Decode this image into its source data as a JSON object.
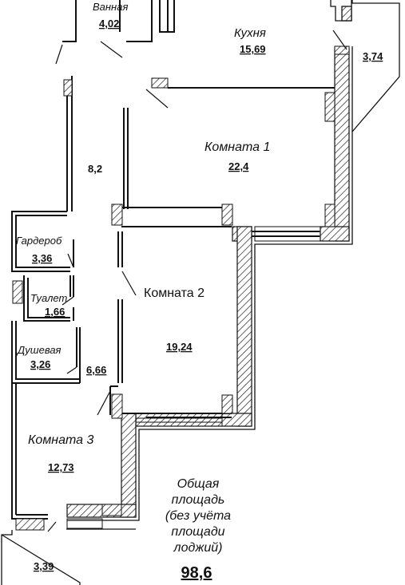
{
  "rooms": {
    "bath": {
      "name": "Ванная",
      "area": "4,02"
    },
    "kitchen": {
      "name": "Кухня",
      "area": "15,69"
    },
    "loggia_top": {
      "area": "3,74"
    },
    "room1": {
      "name": "Комната 1",
      "area": "22,4"
    },
    "corridor": {
      "area": "8,2"
    },
    "wardrobe": {
      "name": "Гардероб",
      "area": "3,36"
    },
    "room2": {
      "name": "Комната 2",
      "area": "19,24"
    },
    "toilet": {
      "name": "Туалет",
      "area": "1,66"
    },
    "shower": {
      "name": "Душевая",
      "area": "3,26"
    },
    "hall": {
      "area": "6,66"
    },
    "room3": {
      "name": "Комната 3",
      "area": "12,73"
    },
    "loggia_bottom": {
      "area": "3,39"
    }
  },
  "total": {
    "line1": "Общая",
    "line2": "площадь",
    "line3": "(без учёта",
    "line4": "площади",
    "line5": "лоджий)",
    "value": "98,6"
  }
}
